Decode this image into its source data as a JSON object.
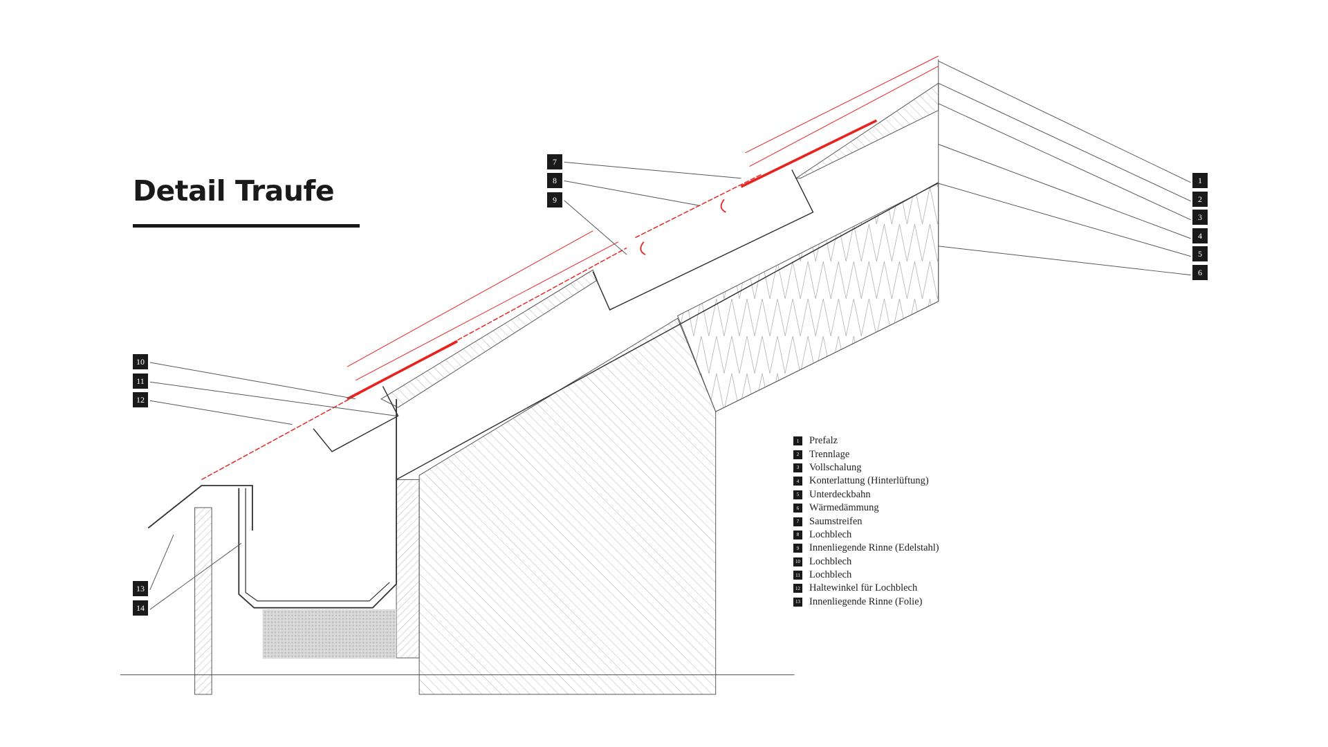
{
  "title": "Detail Traufe",
  "colors": {
    "accent": "#e8231f",
    "ink": "#1a1a1a",
    "line": "#555555"
  },
  "legend": [
    {
      "num": "1",
      "label": "Prefalz"
    },
    {
      "num": "2",
      "label": "Trennlage"
    },
    {
      "num": "3",
      "label": "Vollschalung"
    },
    {
      "num": "4",
      "label": "Konterlattung (Hinterlüftung)"
    },
    {
      "num": "5",
      "label": "Unterdeckbahn"
    },
    {
      "num": "6",
      "label": "Wärmedämmung"
    },
    {
      "num": "7",
      "label": "Saumstreifen"
    },
    {
      "num": "8",
      "label": "Lochblech"
    },
    {
      "num": "9",
      "label": "Innenliegende Rinne (Edelstahl)"
    },
    {
      "num": "10",
      "label": "Lochblech"
    },
    {
      "num": "11",
      "label": "Lochblech"
    },
    {
      "num": "12",
      "label": "Haltewinkel für Lochblech"
    },
    {
      "num": "13",
      "label": "Innenliegende Rinne (Folie)"
    }
  ],
  "callouts": [
    "1",
    "2",
    "3",
    "4",
    "5",
    "6",
    "7",
    "8",
    "9",
    "10",
    "11",
    "12",
    "13",
    "14"
  ]
}
